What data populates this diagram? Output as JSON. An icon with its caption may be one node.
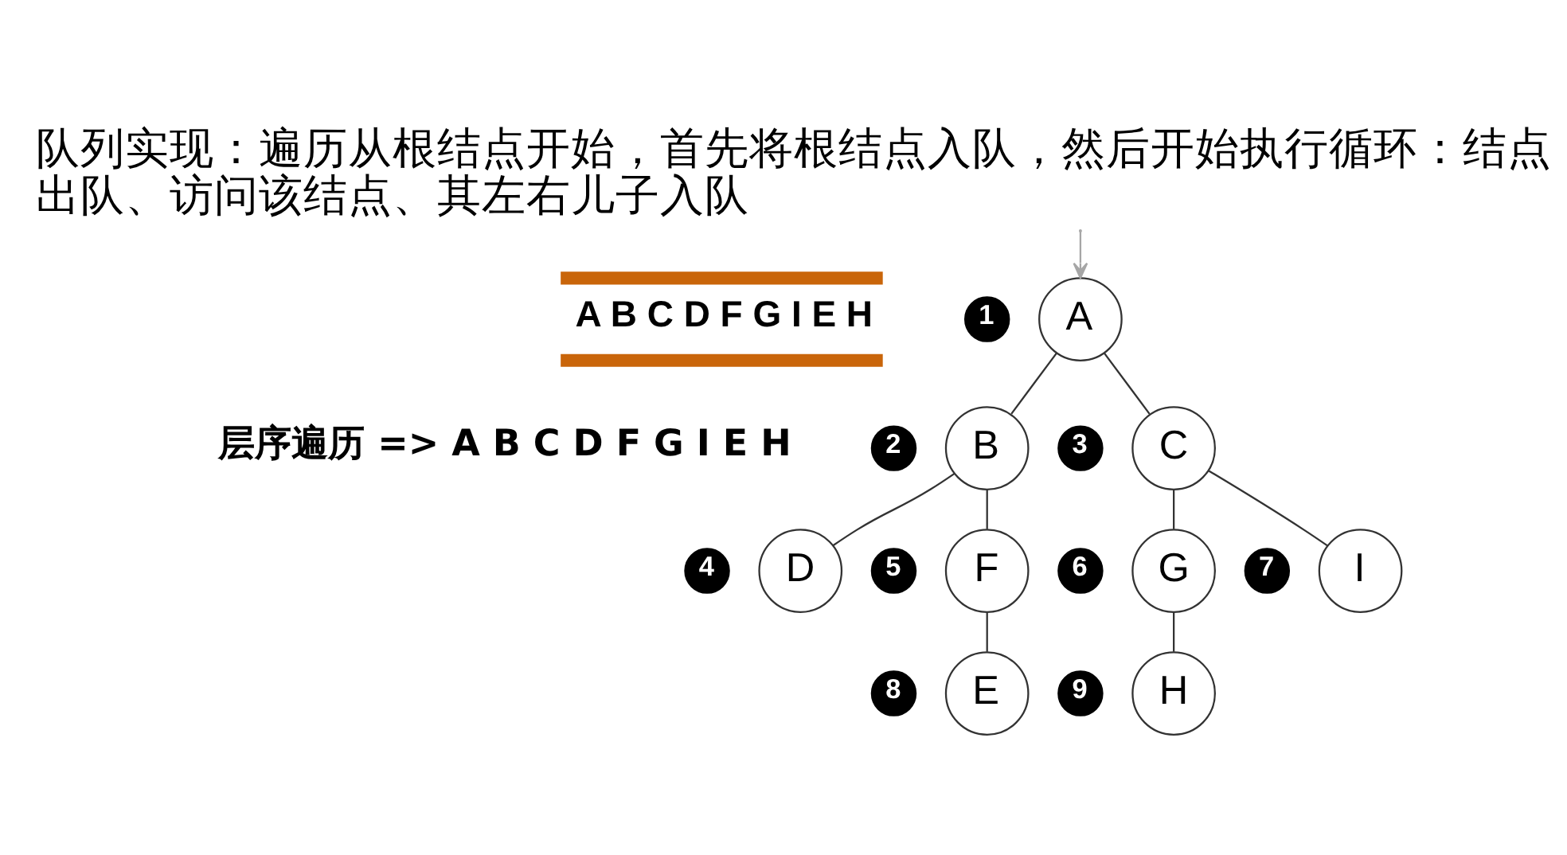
{
  "diagram": {
    "title": "队列实现：遍历从根结点开始，首先将根结点入队，然后开始执行循环：结点出队、访问该结点、其左右儿子入队",
    "nodes": [
      {
        "text": [
          "A"
        ],
        "beside": [
          "1"
        ]
      },
      {
        "text": [
          "B"
        ],
        "beside": [
          "2"
        ]
      },
      {
        "text": [
          "C"
        ],
        "beside": [
          "3"
        ]
      },
      {
        "text": [
          "D"
        ],
        "beside": [
          "4"
        ]
      },
      {
        "text": [
          "F"
        ],
        "beside": [
          "5"
        ]
      },
      {
        "text": [
          "G"
        ],
        "beside": [
          "6"
        ]
      },
      {
        "text": [
          "I"
        ],
        "beside": [
          "7"
        ]
      },
      {
        "text": [
          "E"
        ],
        "beside": [
          "8"
        ]
      },
      {
        "text": [
          "H"
        ],
        "beside": [
          "9"
        ]
      }
    ],
    "edges": [
      {
        "from": null,
        "to": 0,
        "arrow": "to",
        "color": "#a6a6a6"
      },
      {
        "from": 0,
        "to": 1,
        "arrow": "none"
      },
      {
        "from": 0,
        "to": 2,
        "arrow": "none"
      },
      {
        "from": 1,
        "to": 3,
        "arrow": "none"
      },
      {
        "from": 1,
        "to": 4,
        "arrow": "none"
      },
      {
        "from": 2,
        "to": 5,
        "arrow": "none"
      },
      {
        "from": 2,
        "to": 6,
        "arrow": "none"
      },
      {
        "from": 4,
        "to": 7,
        "arrow": "none"
      },
      {
        "from": 5,
        "to": 8,
        "arrow": "none"
      }
    ],
    "labels": [
      "A B C D F G I E H",
      "层序遍历 => A B C D F G I E H"
    ]
  }
}
